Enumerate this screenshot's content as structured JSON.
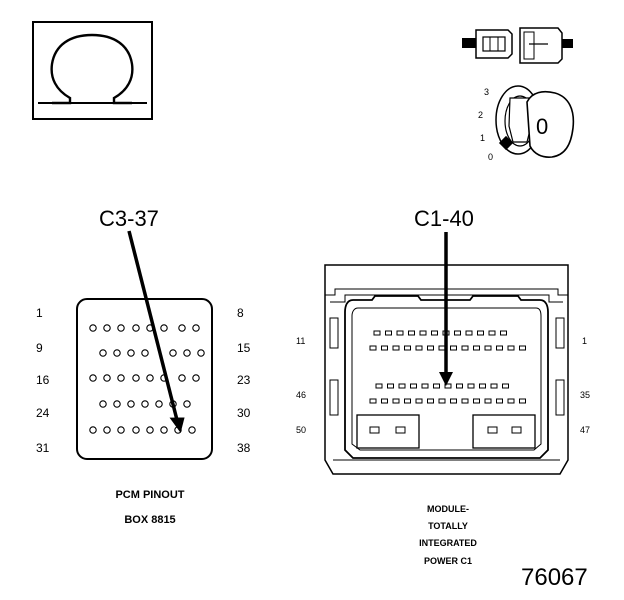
{
  "symbols": {
    "meter_icon": "ohm-meter-icon",
    "connector_icon": "disconnect-connector-icon",
    "ignition_icon": "ignition-key-icon"
  },
  "ignition": {
    "positions": [
      "3",
      "2",
      "1",
      "0"
    ],
    "key_label": "0"
  },
  "pcm": {
    "pin_label": "C3-37",
    "row_start": [
      "1",
      "9",
      "16",
      "24",
      "31"
    ],
    "row_end": [
      "8",
      "15",
      "23",
      "30",
      "38"
    ],
    "caption_line1": "PCM PINOUT",
    "caption_line2": "BOX 8815"
  },
  "module": {
    "pin_label": "C1-40",
    "left_labels": [
      "11",
      "46",
      "50"
    ],
    "right_labels": [
      "1",
      "35",
      "47"
    ],
    "caption": [
      "MODULE-",
      "TOTALLY",
      "INTEGRATED",
      "POWER C1"
    ]
  },
  "figure_number": "76067"
}
